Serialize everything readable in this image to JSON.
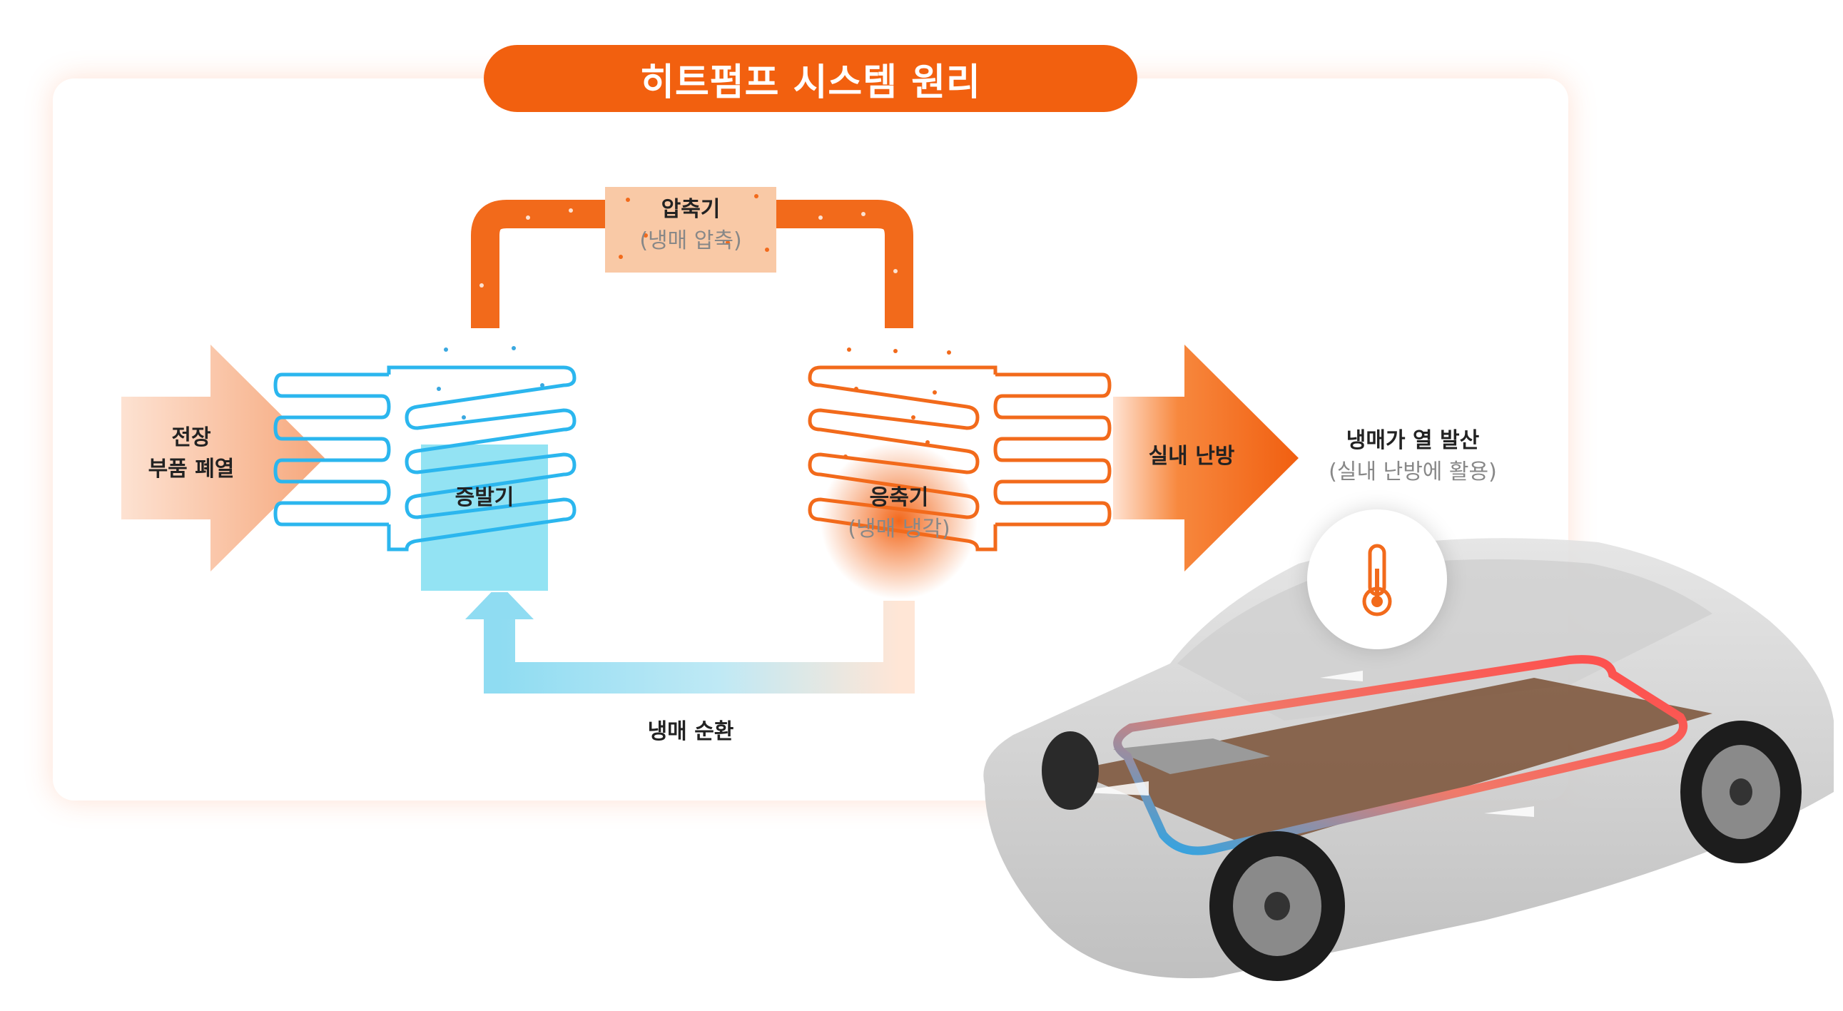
{
  "title": "히트펌프 시스템 원리",
  "compressor": {
    "name": "압축기",
    "desc": "(냉매 압축)"
  },
  "evaporator": {
    "name": "증발기"
  },
  "condenser": {
    "name": "응축기",
    "desc": "(냉매 냉각)"
  },
  "input_arrow": {
    "line1": "전장",
    "line2": "부품 폐열"
  },
  "output_arrow": {
    "label": "실내 난방"
  },
  "heat_release": {
    "name": "냉매가 열 발산",
    "desc": "(실내 난방에 활용)"
  },
  "cycle_label": "냉매 순환",
  "icons": {
    "thermometer": "thermometer-icon"
  },
  "colors": {
    "accent": "#f2600f",
    "cold": "#2bb6ee",
    "hot": "#f26a1b",
    "light_orange": "#f7b48a"
  }
}
